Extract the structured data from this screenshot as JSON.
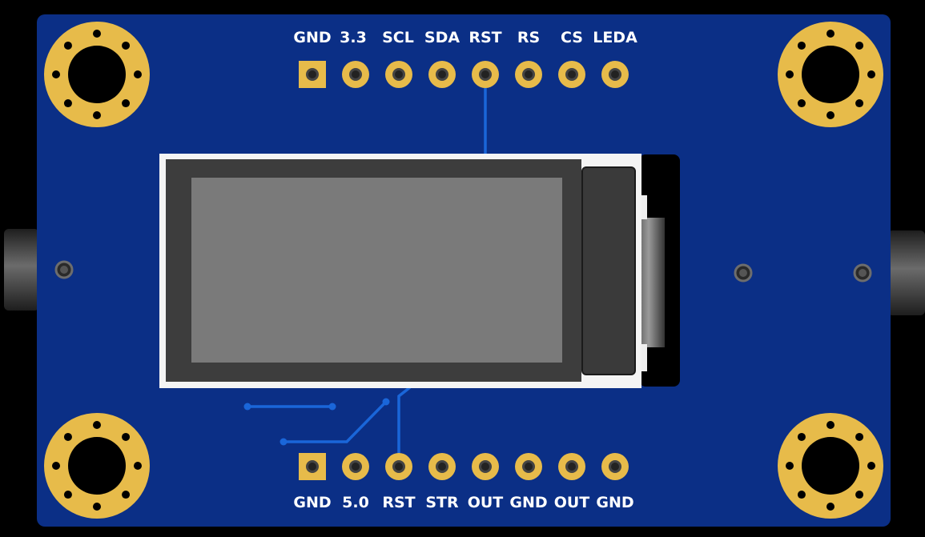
{
  "colors": {
    "background": "#000000",
    "board": "#0b2f86",
    "gold": "#e7bb4a",
    "trace": "#1a66d9",
    "screen_frame": "#f4f4f4",
    "screen_bezel": "#3d3d3d",
    "screen_area": "#7a7a7a",
    "label": "#ffffff"
  },
  "header_top": {
    "labels": [
      "GND",
      "3.3",
      "SCL",
      "SDA",
      "RST",
      "RS",
      "CS",
      "LEDA"
    ]
  },
  "header_bottom": {
    "labels": [
      "GND",
      "5.0",
      "RST",
      "STR",
      "OUT",
      "GND",
      "OUT",
      "GND"
    ]
  },
  "icons": {
    "mounting_hole": "mounting-hole-icon",
    "square_pad": "square-pad-icon",
    "round_pad": "round-pad-icon",
    "via": "via-icon"
  }
}
